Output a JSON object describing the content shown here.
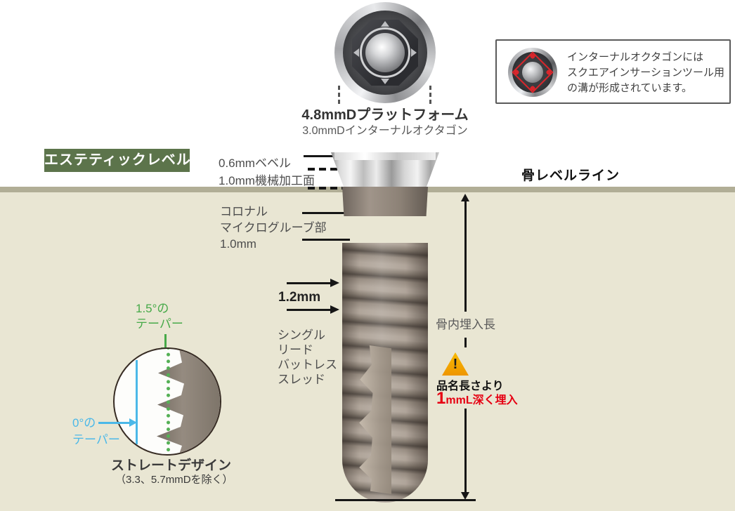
{
  "colors": {
    "background_above": "#ffffff",
    "bone_background": "#e9e6d3",
    "bone_line": "#b1ae96",
    "badge_green": "#5c744b",
    "taper_green": "#46a948",
    "taper_blue": "#4bb8e8",
    "warning_red": "#e60012",
    "warning_yellow": "#f3a700",
    "label_gray": "#4d4d4d"
  },
  "icons": {
    "warning_glyph": "!",
    "platform_top_view": "implant-platform-photo",
    "octagon_groove_marker": "red-diamond"
  },
  "platform": {
    "title": "4.8mmDプラットフォーム",
    "subtitle": "3.0mmDインターナルオクタゴン"
  },
  "info_box": {
    "lines": [
      "インターナルオクタゴンには",
      "スクエアインサーションツール用",
      "の溝が形成されています。"
    ]
  },
  "esthetic_badge": "エステティックレベル",
  "bone_level_label": "骨レベルライン",
  "collar_labels": {
    "bevel": "0.6mmベベル",
    "machined": "1.0mm機械加工面"
  },
  "coronal_labels": [
    "コロナル",
    "マイクログルーブ部",
    "1.0mm"
  ],
  "pitch_label": "1.2mm",
  "thread_labels": [
    "シングル",
    "リード",
    "バットレス",
    "スレッド"
  ],
  "dimension": {
    "label": "骨内埋入長",
    "warning_line1": "品名長さより",
    "warning_value_num": "1",
    "warning_value_rest": "mmL深く埋入"
  },
  "taper": {
    "green_label_1": "1.5°の",
    "green_label_2": "テーパー",
    "blue_label_1": "0°の",
    "blue_label_2": "テーパー",
    "caption_title": "ストレートデザイン",
    "caption_note": "（3.3、5.7mmDを除く）"
  }
}
